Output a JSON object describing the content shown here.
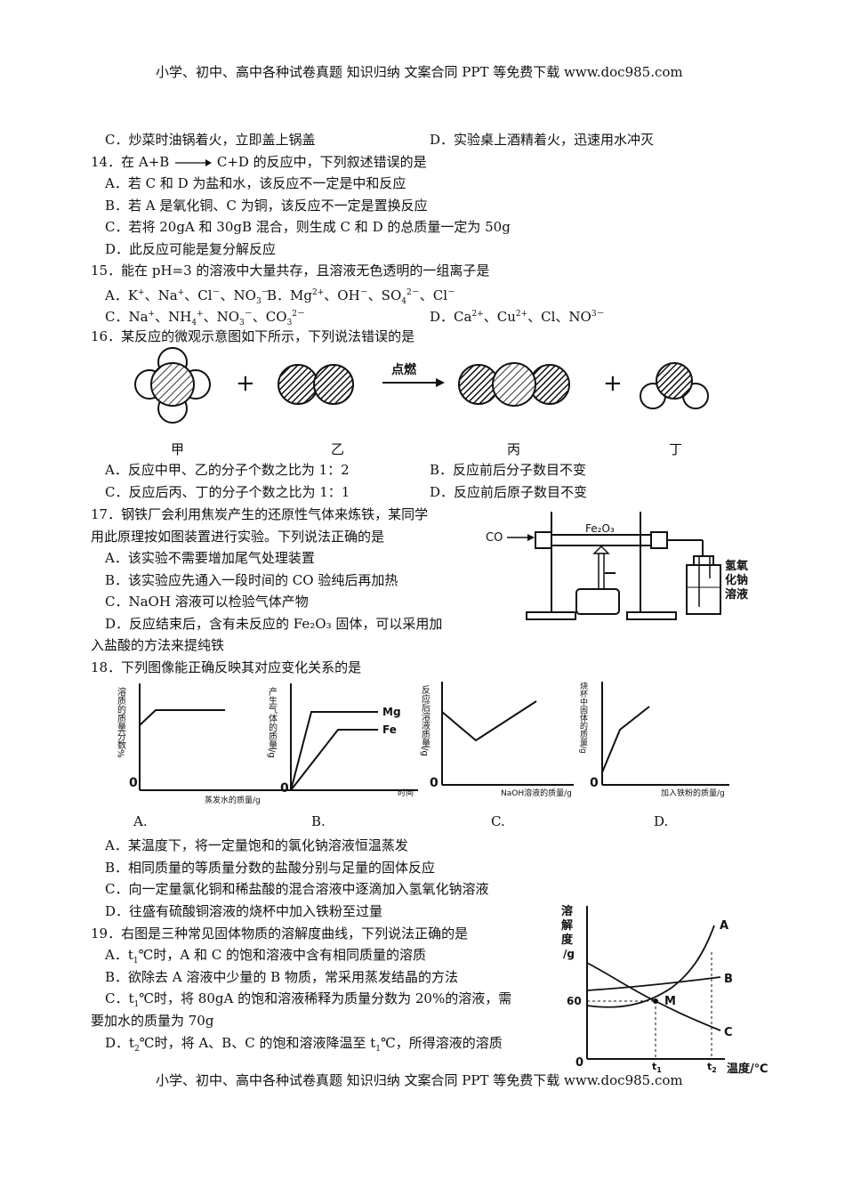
{
  "header": "小学、初中、高中各种试卷真题 知识归纳 文案合同 PPT 等免费下载  www.doc985.com",
  "footer": "小学、初中、高中各种试卷真题 知识归纳 文案合同 PPT 等免费下载  www.doc985.com",
  "q13": {
    "c": "C．炒菜时油锅着火，立即盖上锅盖",
    "d": "D．实验桌上酒精着火，迅速用水冲灭"
  },
  "q14": {
    "stem_a": "14．在 A+B",
    "stem_b": "C+D 的反应中，下列叙述错误的是",
    "a": "A．若 C 和 D 为盐和水，该反应不一定是中和反应",
    "b": "B．若 A 是氧化铜、C 为铜，该反应不一定是置换反应",
    "c": "C．若将 20gA 和 30gB 混合，则生成 C 和 D 的总质量一定为 50g",
    "d": "D．此反应可能是复分解反应"
  },
  "q15": {
    "stem": "15．能在 pH=3 的溶液中大量共存，且溶液无色透明的一组离子是"
  },
  "q16": {
    "stem": "16．某反应的微观示意图如下所示，下列说法错误的是",
    "arrow_label": "点燃",
    "labels": [
      "甲",
      "乙",
      "丙",
      "丁"
    ],
    "a": "A．反应中甲、乙的分子个数之比为 1：2",
    "b": "B．反应前后分子数目不变",
    "c": "C．反应后丙、丁的分子个数之比为 1：1",
    "d": "D．反应前后原子数目不变"
  },
  "q17": {
    "stem1": "17．钢铁厂会利用焦炭产生的还原性气体来炼铁，某同学",
    "stem2": "用此原理按如图装置进行实验。下列说法正确的是",
    "a": "A．该实验不需要增加尾气处理装置",
    "b": "B．该实验应先通入一段时间的 CO 验纯后再加热",
    "c": "C．NaOH 溶液可以检验气体产物",
    "d1": "D．反应结束后，含有未反应的 Fe₂O₃ 固体，可以采用加",
    "d2": "入盐酸的方法来提纯铁",
    "co": "CO",
    "fe2o3": "Fe₂O₃",
    "naoh": [
      "氢氧",
      "化钠",
      "溶液"
    ]
  },
  "q18": {
    "stem": "18．下列图像能正确反映其对应变化关系的是",
    "graph_labels": [
      "A.",
      "B.",
      "C.",
      "D."
    ],
    "g1_y": "溶质的质量分数%",
    "g1_x": "蒸发水的质量/g",
    "g2_y": "产生气体的质量/g",
    "g2_x": "时间",
    "g2_mg": "Mg",
    "g2_fe": "Fe",
    "g3_y": "反应后溶液质量/g",
    "g3_x": "NaOH溶液的质量/g",
    "g4_y": "烧杯中固体的质量/g",
    "g4_x": "加入铁粉的质量/g",
    "zero": "0",
    "a": "A．某温度下，将一定量饱和的氯化钠溶液恒温蒸发",
    "b": "B．相同质量的等质量分数的盐酸分别与足量的固体反应",
    "c": "C．向一定量氯化铜和稀盐酸的混合溶液中逐滴加入氢氧化钠溶液",
    "d": "D．往盛有硫酸铜溶液的烧杯中加入铁粉至过量"
  },
  "q19": {
    "stem": "19．右图是三种常见固体物质的溶解度曲线，下列说法正确的是",
    "b": "B．欲除去 A 溶液中少量的 B 物质，常采用蒸发结晶的方法",
    "c2": "要加水的质量为 70g",
    "chart": {
      "ylabel": [
        "溶",
        "解",
        "度",
        "/g"
      ],
      "xlabel": "温度/℃",
      "y60": "60",
      "zero": "0",
      "m": "M",
      "curves": [
        "A",
        "B",
        "C"
      ]
    }
  }
}
